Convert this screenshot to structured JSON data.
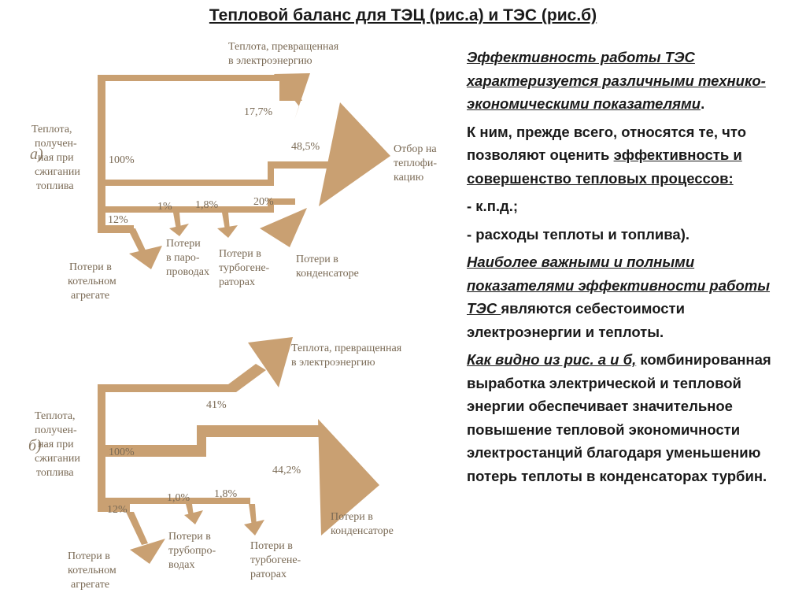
{
  "title": "Тепловой баланс для ТЭЦ (рис.а) и ТЭС (рис.б)",
  "colors": {
    "flow": "#c9a072",
    "flow_dark": "#b98b5a"
  },
  "diagram_a": {
    "letter": "а)",
    "source": [
      "Теплота,",
      "получен-",
      "ная при",
      "сжигании",
      "топлива"
    ],
    "pct_total": "100%",
    "electric": [
      "Теплота, превращенная",
      "в электроэнергию"
    ],
    "pct_electric": "17,7%",
    "heating": [
      "Отбор на",
      "теплофи-",
      "кацию"
    ],
    "pct_heating": "48,5%",
    "pct_boiler": "12%",
    "pct_pipes": "1%",
    "pct_turbo": "1,8%",
    "pct_condenser": "20%",
    "boiler": [
      "Потери в",
      "котельном",
      "агрегате"
    ],
    "pipes": [
      "Потери",
      "в паро-",
      "проводах"
    ],
    "turbo": [
      "Потери в",
      "турбогене-",
      "раторах"
    ],
    "condenser": [
      "Потери в",
      "конденсаторе"
    ]
  },
  "diagram_b": {
    "letter": "б)",
    "source": [
      "Теплота,",
      "получен-",
      "ная при",
      "сжигании",
      "топлива"
    ],
    "pct_total": "100%",
    "electric": [
      "Теплота, превращенная",
      "в электроэнергию"
    ],
    "pct_electric": "41%",
    "pct_condenser": "44,2%",
    "condenser": [
      "Потери в",
      "конденсаторе"
    ],
    "pct_boiler": "12%",
    "pct_pipes": "1,0%",
    "pct_turbo": "1,8%",
    "boiler": [
      "Потери в",
      "котельном",
      "агрегате"
    ],
    "pipes": [
      "Потери в",
      "трубопро-",
      "водах"
    ],
    "turbo": [
      "Потери в",
      "турбогене-",
      "раторах"
    ]
  },
  "text": {
    "p1": "Эффективность работы ТЭС характеризуется различными технико-экономическими показателями",
    "p1_end": ".",
    "p2a": "К  ним, прежде всего, относятся те, что позволяют оценить ",
    "p2b": "эффективность и совершенство тепловых процессов:",
    "p3": "- к.п.д.;",
    "p4": "- расходы теплоты и топлива).",
    "p5a": "Наиболее важными и полными показателями эффективности работы ТЭС ",
    "p5b": "являются себестоимости электроэнергии и теплоты",
    "p5_end": ".",
    "p6a": " Как видно из рис. а и б,",
    "p6b": " комбинированная выработка электрической и тепловой энергии обеспечивает значительное повышение тепловой экономичности электростанций благодаря уменьшению потерь теплоты в конденсаторах турбин."
  }
}
